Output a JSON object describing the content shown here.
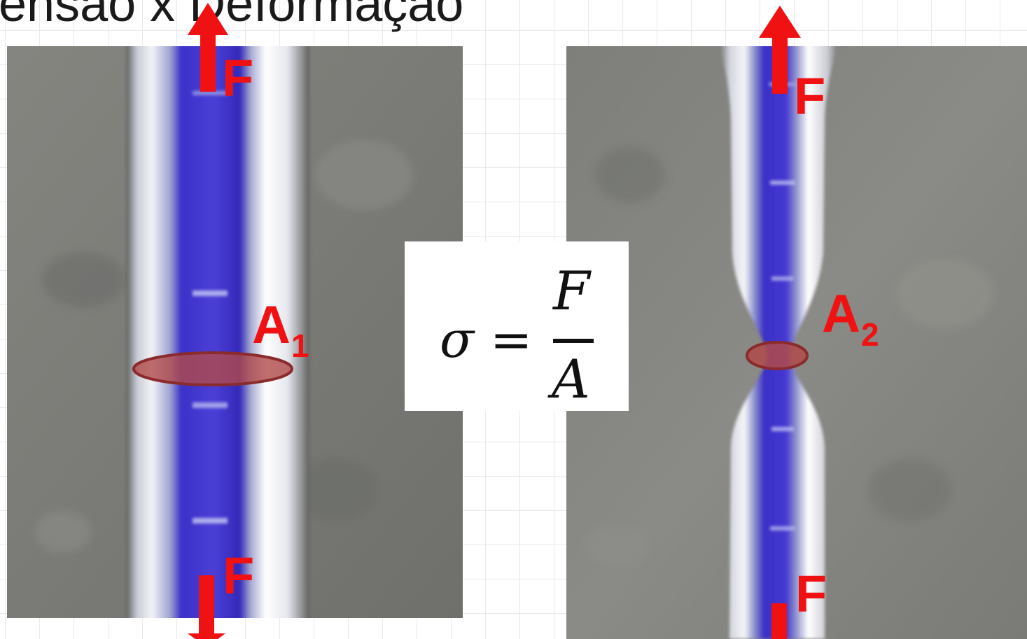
{
  "title": "ensão x Deformação",
  "formula": {
    "lhs": "σ",
    "equals": "=",
    "numerator": "F",
    "denominator": "A"
  },
  "left_specimen": {
    "top_force": "F",
    "bottom_force": "F",
    "area_base": "A",
    "area_sub": "1"
  },
  "right_specimen": {
    "top_force": "F",
    "bottom_force": "F",
    "area_base": "A",
    "area_sub": "2"
  },
  "colors": {
    "arrow": "#f01212",
    "area_fill": "#b04a4a",
    "area_stroke": "#8b2b2b",
    "specimen_core": "#3b2fc8",
    "background_plate": "#7c7c78"
  }
}
